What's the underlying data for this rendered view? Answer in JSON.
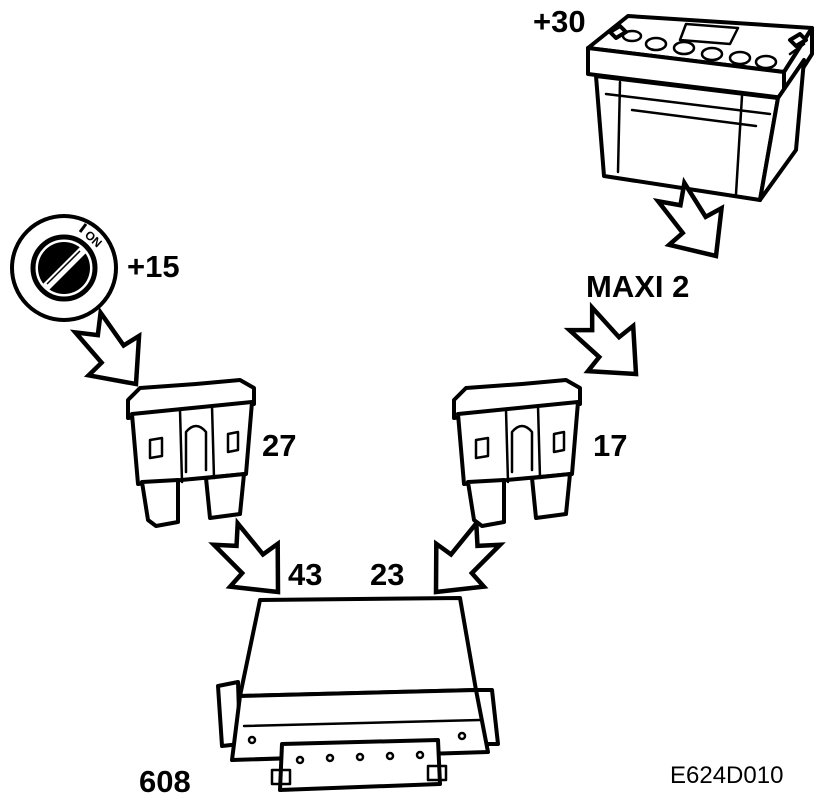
{
  "labels": {
    "battery": "+30",
    "ignition": "+15",
    "maxi_fuse": "MAXI 2",
    "fuse_left": "27",
    "fuse_right": "17",
    "pin_left": "43",
    "pin_right": "23",
    "control_unit": "608",
    "switch_on": "ON"
  },
  "figure_code": "E624D010"
}
